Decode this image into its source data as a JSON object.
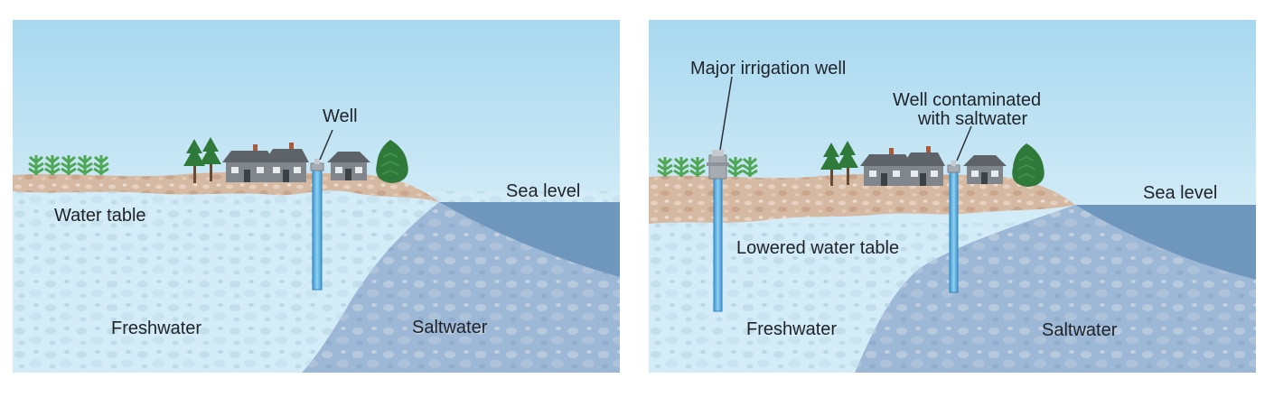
{
  "panels": [
    {
      "labels": {
        "well": "Well",
        "sea_level": "Sea level",
        "water_table": "Water table",
        "freshwater": "Freshwater",
        "saltwater": "Saltwater"
      }
    },
    {
      "labels": {
        "irrigation_well": "Major irrigation well",
        "contaminated_line1": "Well contaminated",
        "contaminated_line2": "with saltwater",
        "sea_level": "Sea level",
        "lowered_water_table": "Lowered water table",
        "freshwater": "Freshwater",
        "saltwater": "Saltwater"
      }
    }
  ],
  "colors": {
    "sky_top": "#a8d8ef",
    "sky_bottom": "#f4fbfe",
    "soil": "#d6b9a2",
    "freshwater": "#d3ecf7",
    "saltwater": "#9db8d6",
    "sea": "#6f97bd",
    "well_pipe": "#5aaee0",
    "tree": "#2f7a3a",
    "plant": "#6fbf73",
    "house": "#6d7278"
  }
}
